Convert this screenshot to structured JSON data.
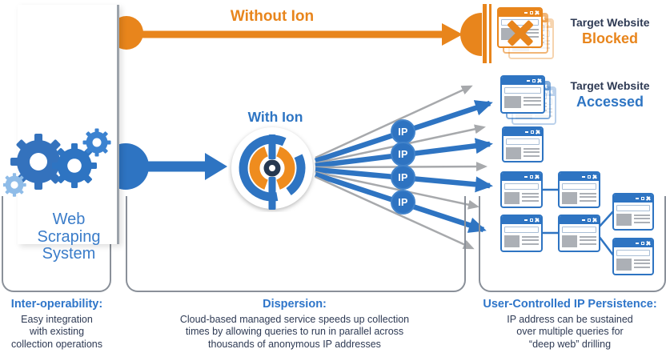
{
  "diagram": {
    "title_without_ion": "Without Ion",
    "title_with_ion": "With Ion",
    "source_box_label": "Web Scraping System",
    "ip_badge_label": "IP",
    "outcomes": {
      "blocked": {
        "line1": "Target Website",
        "line2": "Blocked"
      },
      "accessed": {
        "line1": "Target Website",
        "line2": "Accessed"
      }
    },
    "captions": {
      "interoperability": {
        "title": "Inter-operability:",
        "lines": [
          "Easy integration",
          "with existing",
          "collection operations"
        ]
      },
      "dispersion": {
        "title": "Dispersion:",
        "lines": [
          "Cloud-based managed service speeds up collection",
          "times by allowing queries to run in parallel across",
          "thousands of anonymous IP addresses"
        ]
      },
      "ip_persistence": {
        "title": "User-Controlled IP Persistence:",
        "lines": [
          "IP address can be sustained",
          "over multiple queries for",
          "“deep web” drilling"
        ]
      }
    },
    "colors": {
      "orange": "#E8851C",
      "blue": "#2E74C2",
      "navy": "#2E3A54",
      "arrow_gray": "#A7A9AC",
      "bracket_gray": "#8A9099",
      "light_gear_blue": "#8FBCE8"
    }
  }
}
